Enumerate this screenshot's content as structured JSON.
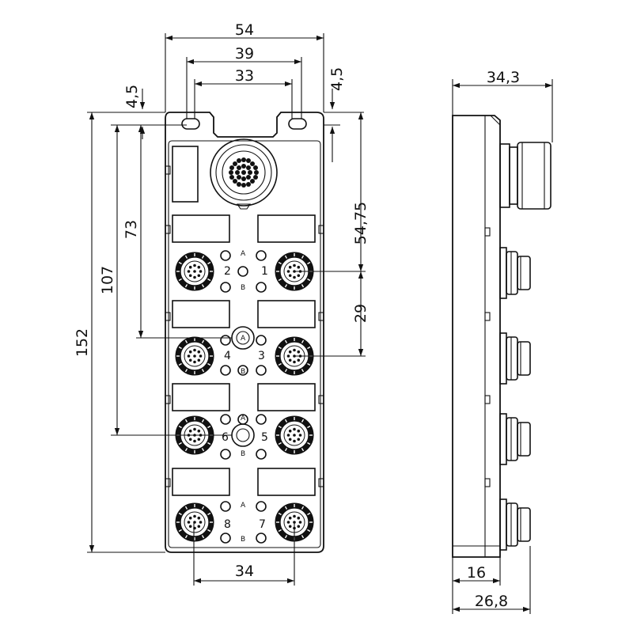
{
  "dimensions": {
    "width_54": "54",
    "hole_pitch_39": "39",
    "inner_33": "33",
    "offset_left": "4,5",
    "offset_right": "4,5",
    "height_152": "152",
    "height_107": "107",
    "height_73": "73",
    "height_54_75": "54,75",
    "pitch_29": "29",
    "port_span_34": "34",
    "side_depth_34_3": "34,3",
    "side_depth_16": "16",
    "side_depth_26_8": "26,8"
  },
  "ports": {
    "port_1": "1",
    "port_2": "2",
    "port_3": "3",
    "port_4": "4",
    "port_5": "5",
    "port_6": "6",
    "port_7": "7",
    "port_8": "8"
  },
  "led_labels": {
    "a": "A",
    "b": "B"
  }
}
